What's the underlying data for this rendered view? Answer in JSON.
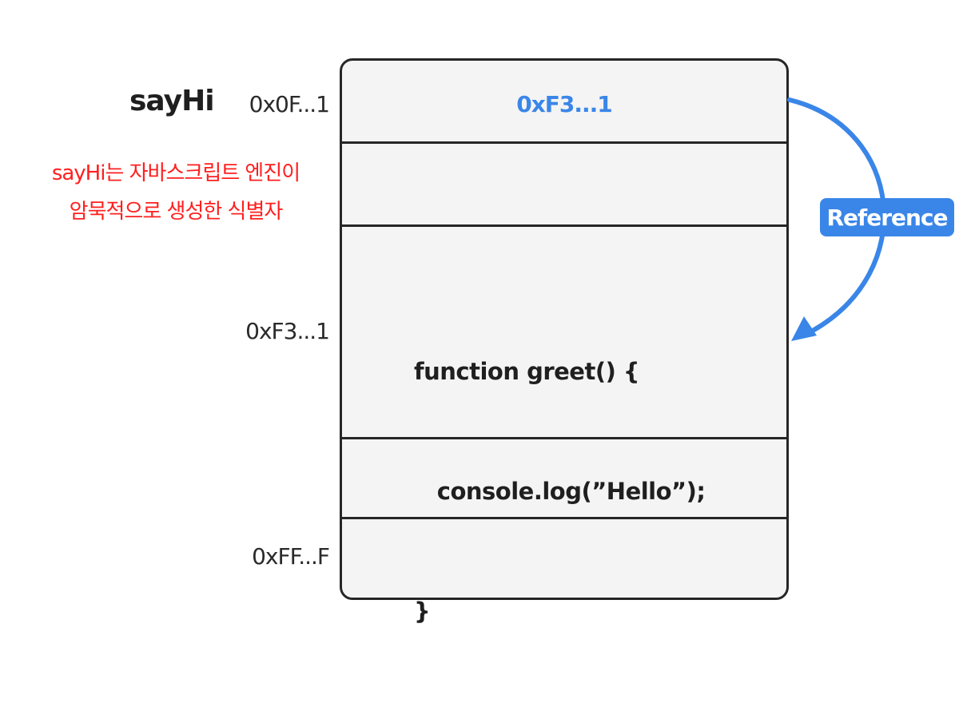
{
  "identifier": "sayHi",
  "note": {
    "line1": "sayHi는 자바스크립트 엔진이",
    "line2": "암묵적으로 생성한 식별자"
  },
  "addresses": {
    "identifier_addr": "0x0F...1",
    "function_addr": "0xF3...1",
    "end_addr": "0xFF...F"
  },
  "memory": {
    "stored_reference": "0xF3...1",
    "code_lines": [
      "function greet() {",
      "   console.log(”Hello”);",
      "}"
    ]
  },
  "reference_label": "Reference",
  "colors": {
    "accent": "#3a86e8",
    "note": "#ff1f1f",
    "cell_bg": "#f4f4f4",
    "border": "#262626"
  }
}
